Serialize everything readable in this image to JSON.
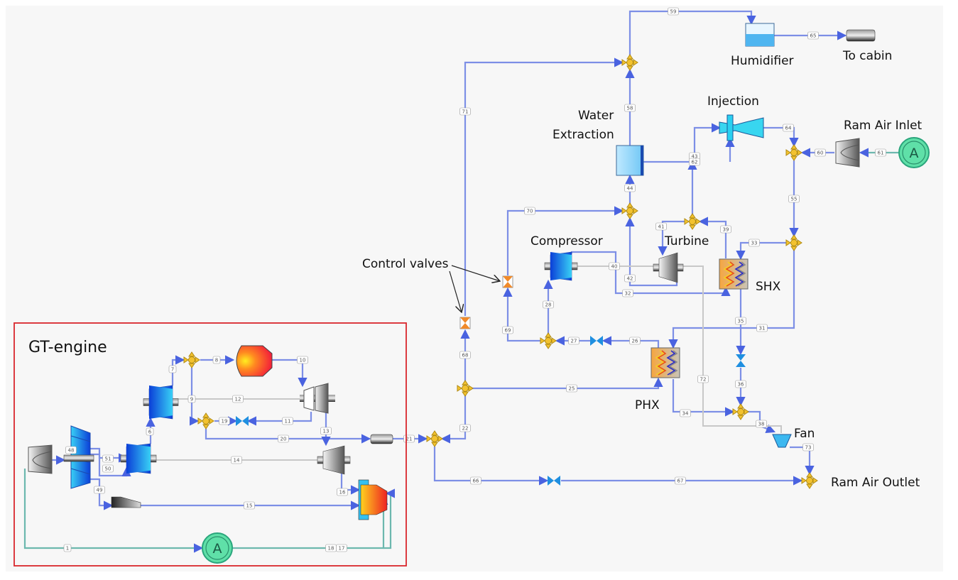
{
  "labels": {
    "gt_engine": "GT-engine",
    "humidifier": "Humidifier",
    "to_cabin": "To cabin",
    "water_extraction_1": "Water",
    "water_extraction_2": "Extraction",
    "injection": "Injection",
    "ram_air_inlet": "Ram Air Inlet",
    "compressor": "Compressor",
    "turbine": "Turbine",
    "shx": "SHX",
    "phx": "PHX",
    "fan": "Fan",
    "ram_air_outlet": "Ram Air Outlet",
    "control_valves": "Control valves",
    "ambient_symbol": "A"
  },
  "stream_labels": [
    "1",
    "6",
    "7",
    "8",
    "9",
    "10",
    "11",
    "12",
    "13",
    "14",
    "15",
    "16",
    "17",
    "18",
    "19",
    "20",
    "21",
    "22",
    "25",
    "26",
    "27",
    "28",
    "31",
    "32",
    "33",
    "34",
    "35",
    "36",
    "38",
    "39",
    "40",
    "41",
    "42",
    "43",
    "44",
    "55",
    "58",
    "59",
    "60",
    "61",
    "62",
    "64",
    "65",
    "66",
    "67",
    "68",
    "69",
    "70",
    "71",
    "72",
    "73",
    "48",
    "49",
    "50",
    "51"
  ],
  "colors": {
    "stream": "#7d8fe6",
    "ambient_stream": "#6cb8ae",
    "shaft": "#c8c8c8",
    "boundary_box": "#d9262c",
    "mixer": "#f2c230",
    "valve": "#1f8fe0",
    "control_valve": "#f08a2a"
  }
}
